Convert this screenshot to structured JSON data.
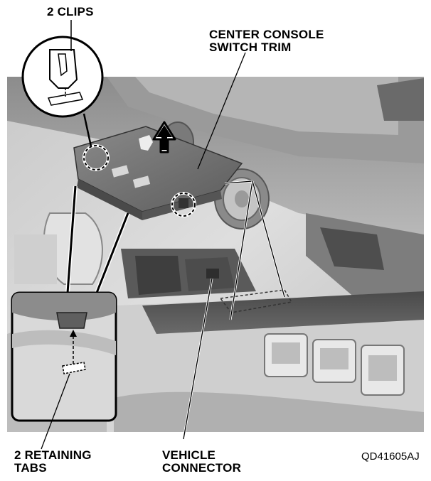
{
  "labels": {
    "clips": "2 CLIPS",
    "trim_line1": "CENTER CONSOLE",
    "trim_line2": "SWITCH TRIM",
    "tabs_line1": "2 RETAINING",
    "tabs_line2": "TABS",
    "connector_line1": "VEHICLE",
    "connector_line2": "CONNECTOR"
  },
  "figure_code": "QD41605AJ",
  "colors": {
    "background": "#ffffff",
    "photo_light": "#d6d6d6",
    "photo_mid": "#a8a8a8",
    "photo_dark": "#5a5a5a",
    "trim_part": "#6e6e6e",
    "leader": "#000000"
  }
}
